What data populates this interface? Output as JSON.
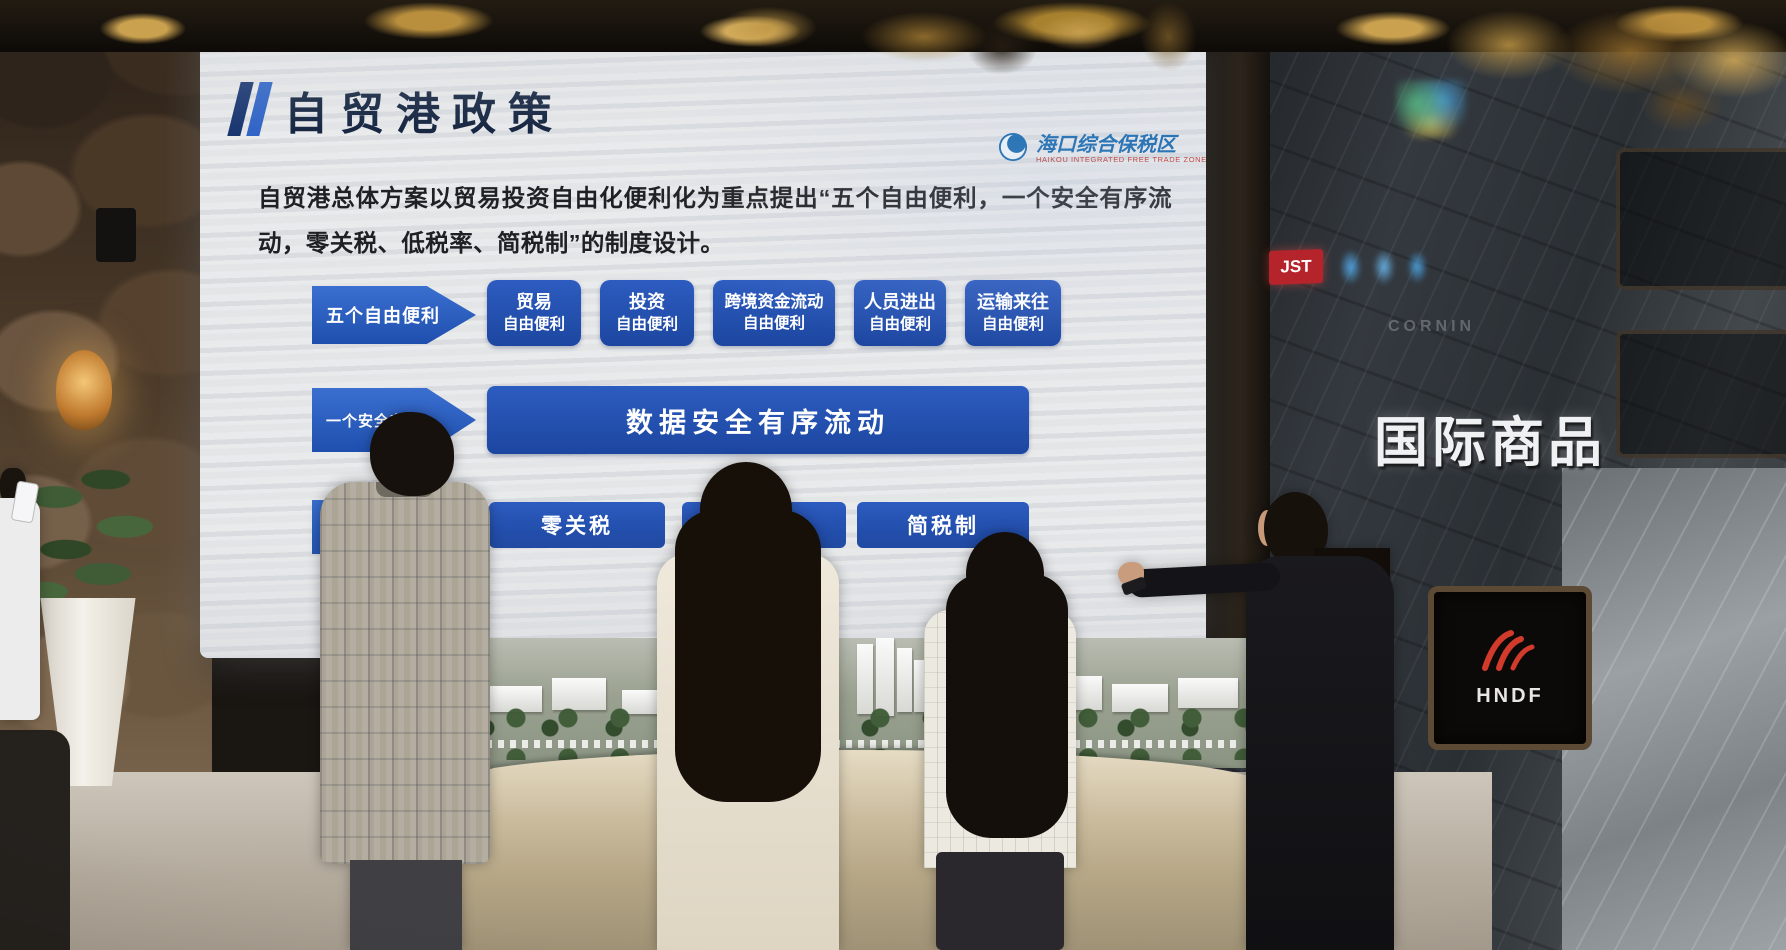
{
  "colors": {
    "box_blue": "#1c46a0",
    "arrow_blue": "#2f62c0",
    "title_navy": "#13233f",
    "jst_red": "#b5242b",
    "hndf_red": "#d23b2c",
    "logo_blue": "#1266ae"
  },
  "screen": {
    "title": "自贸港政策",
    "logo": {
      "name": "海口综合保税区",
      "sub": "HAIKOU INTEGRATED FREE TRADE ZONE"
    },
    "intro": "自贸港总体方案以贸易投资自由化便利化为重点提出“五个自由便利，一个安全有序流动，零关税、低税率、简税制”的制度设计。",
    "row1": {
      "arrow": "五个自由便利",
      "boxes": [
        {
          "l1": "贸易",
          "l2": "自由便利"
        },
        {
          "l1": "投资",
          "l2": "自由便利"
        },
        {
          "l1": "跨境资金流动",
          "l2": "自由便利"
        },
        {
          "l1": "人员进出",
          "l2": "自由便利"
        },
        {
          "l1": "运输来往",
          "l2": "自由便利"
        }
      ]
    },
    "row2": {
      "arrow": "一个安全有序",
      "box": "数据安全有序流动"
    },
    "row3": {
      "box_left": "零关税",
      "box_right": "简税制"
    }
  },
  "wall": {
    "jst": "JST",
    "etched": "CORNIN",
    "intl_sign": "国际商品",
    "hndf": "HNDF"
  }
}
